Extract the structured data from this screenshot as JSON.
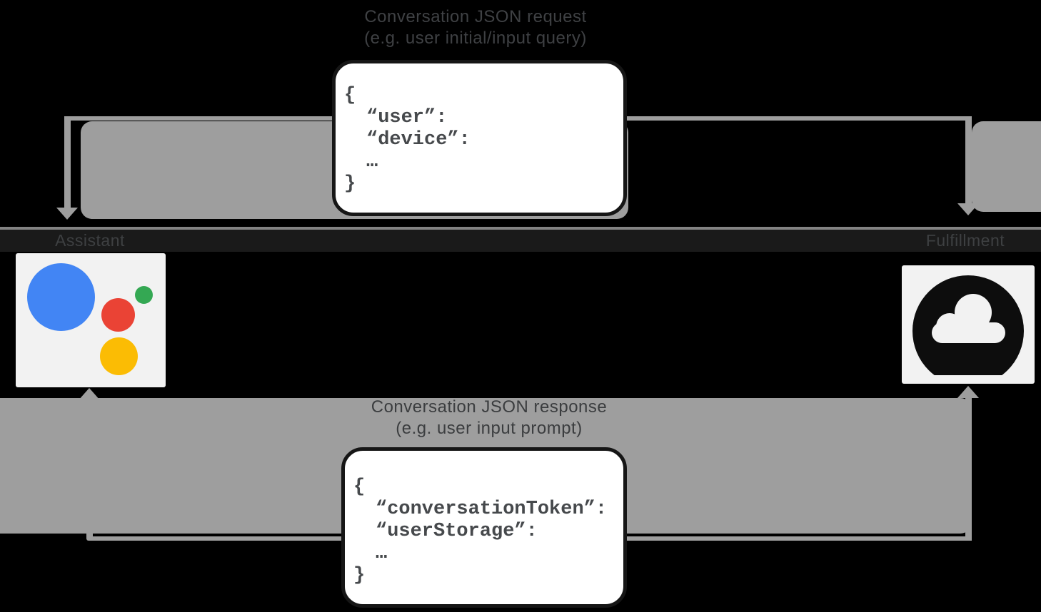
{
  "request": {
    "title_line1": "Conversation JSON request",
    "title_line2": "(e.g. user initial/input query)",
    "json_lines": [
      "{",
      "“user”:",
      "“device”:",
      "…",
      "}"
    ]
  },
  "response": {
    "title_line1": "Conversation JSON response",
    "title_line2": "(e.g. user input prompt)",
    "json_lines": [
      "{",
      "“conversationToken”:",
      "“userStorage”:",
      "…",
      "}"
    ]
  },
  "nodes": {
    "assistant": {
      "label": "Assistant",
      "icon": "google-assistant-icon"
    },
    "fulfillment": {
      "label": "Fulfillment",
      "icon": "cloud-icon"
    }
  },
  "colors": {
    "background": "#000000",
    "flow_gray": "#9e9e9e",
    "card_background": "#ffffff",
    "card_border": "#161616",
    "title_text_gray": "#3f4144",
    "code_text_gray": "#46494c",
    "node_box_background": "#f2f2f2",
    "assistant_blue": "#4285f4",
    "assistant_red": "#ea4335",
    "assistant_yellow": "#fbbc04",
    "assistant_green": "#34a853",
    "cloud_black": "#0d0d0d"
  }
}
